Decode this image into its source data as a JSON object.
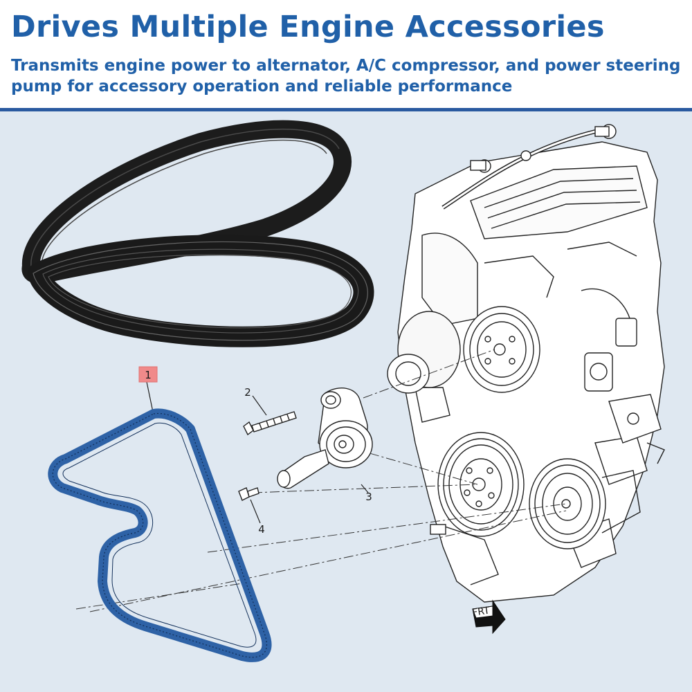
{
  "header": {
    "title": "Drives Multiple Engine Accessories",
    "subtitle": "Transmits engine power to alternator, A/C compressor, and power steering pump for accessory operation and reliable performance"
  },
  "callouts": {
    "c1": "1",
    "c2": "2",
    "c3": "3",
    "c4": "4"
  },
  "front_marker": "FRT",
  "colors": {
    "accent": "#2060a8",
    "background": "#dfe8f1",
    "belt_highlight": "#2e62a6",
    "callout_box": "#f08a8a"
  },
  "icons": {
    "belt_photo": "serpentine-belt-photo",
    "diagram_belt": "serpentine-belt-routing-icon",
    "front_arrow": "front-direction-arrow-icon"
  }
}
